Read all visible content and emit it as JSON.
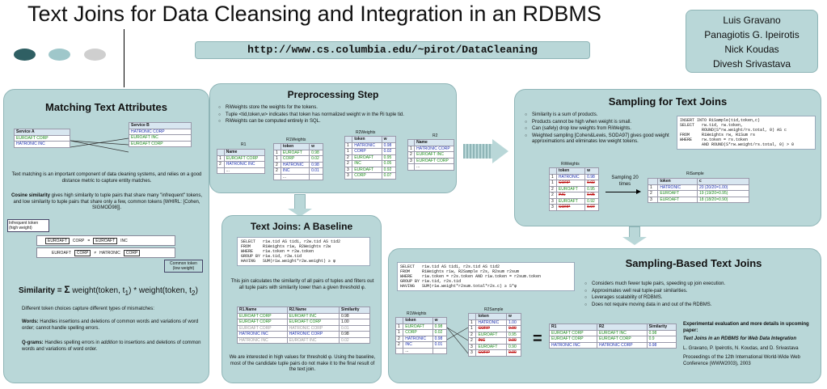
{
  "title": "Text Joins for Data Cleansing and Integration in an RDBMS",
  "url": "http://www.cs.columbia.edu/~pirot/DataCleaning",
  "authors": [
    "Luis Gravano",
    "Panagiotis G. Ipeirotis",
    "Nick Koudas",
    "Divesh Srivastava"
  ],
  "colors": {
    "panel": "#b9d7d8",
    "dot1": "#2f5f63",
    "dot2": "#9fc7ca",
    "dot3": "#cfcfcf",
    "green": "#1a8a1a",
    "blue": "#1a2fb0"
  },
  "matching": {
    "title": "Matching Text Attributes",
    "serviceA": "Service A",
    "serviceB": "Service B",
    "a": [
      "EUROAFT CORP",
      "HATRONIC INC"
    ],
    "b": [
      "HATRONIC CORP",
      "EUROAFT INC",
      "EUROAFT CORP"
    ],
    "p1": "Text matching is an important component of data cleaning systems, and relies on a good distance metric to capture entity matches.",
    "p2a": "Cosine similarity",
    "p2b": " gives high similarity to tuple pairs that share many \"infrequent\" tokens, and low similarity to tuple pairs that share only a few, common tokens [WHIRL: [Cohen, SIGMOD98]].",
    "infreq": "Infrequent token (high weight)",
    "common": "Common token (low weight)",
    "row1": [
      "EUROAFT",
      "CORP",
      "=",
      "EUROAFT",
      "INC"
    ],
    "row2": [
      "EUROAFT",
      "CORP",
      "≠",
      "HATRONIC",
      "CORP"
    ],
    "simlabel": "Similarity =",
    "simformula": "weight(token, t",
    "p3": "Different token choices capture different types of mismatches:",
    "w1": "Words:",
    "w2": " Handles insertions and deletions of common words and variations of word order; cannot handle spelling errors.",
    "q1": "Q-grams:",
    "q2": " Handles spelling errors in ",
    "q3": "addition",
    "q4": " to insertions and deletions of common words and variations of word order."
  },
  "pre": {
    "title": "Preprocessing Step",
    "b1": "RiWeights store the weights for the tokens.",
    "b2": "Tuple <tid,token,w> indicates that token has normalized weight w in the Ri tuple tid.",
    "b3": "RiWeights can be computed entirely in SQL.",
    "r1": "R1",
    "r1w": "R1Weights",
    "r2w": "R2Weights",
    "r2": "R2",
    "name": "Name",
    "token": "token",
    "w": "w",
    "r1rows": [
      "EUROAFT CORP",
      "HATRONIC INC"
    ],
    "r1wrows": [
      [
        "EUROAFT",
        "0.98"
      ],
      [
        "CORP",
        "0.02"
      ],
      [
        "HATRONIC",
        "0.98"
      ],
      [
        "INC",
        "0.01"
      ]
    ],
    "r2wrows": [
      [
        "HATRONIC",
        "0.98"
      ],
      [
        "CORP",
        "0.02"
      ],
      [
        "EUROAFT",
        "0.95"
      ],
      [
        "INC",
        "0.05"
      ],
      [
        "EUROAFT",
        "0.92"
      ],
      [
        "CORP",
        "0.07"
      ]
    ],
    "r2rows": [
      "HATRONIC CORP",
      "EUROAFT INC",
      "EUROAFT CORP"
    ]
  },
  "baseline": {
    "title": "Text Joins: A Baseline",
    "sql": [
      "SELECT   r1w.tid AS tid1, r2w.tid AS tid2",
      "FROM     R1Weights r1w, R2Weights r2w",
      "WHERE    r1w.token = r2w.token",
      "GROUP BY r1w.tid, r2w.tid",
      "HAVING   SUM(r1w.weight*r2w.weight) ≥ φ"
    ],
    "p1": "This join calculates the similarity of all pairs of tuples and filters out all tuple pairs with similarity lower than a given threshold φ.",
    "cols": [
      "R1.Name",
      "R2.Name",
      "Similarity"
    ],
    "rows": [
      [
        "EUROAFT CORP",
        "EUROAFT INC",
        "0.98"
      ],
      [
        "EUROAFT CORP",
        "EUROAFT CORP",
        "1.00"
      ],
      [
        "EUROAFT CORP",
        "HATRONIC CORP",
        "0.01"
      ],
      [
        "HATRONIC INC",
        "HATRONIC CORP",
        "0.98"
      ],
      [
        "HATRONIC INC",
        "EUROAFT INC",
        "0.02"
      ]
    ],
    "p2": "We are interested in high values for threshold φ. Using the baseline, most of the candidate tuple pairs do not make it to the final result of the text join."
  },
  "sampling": {
    "title": "Sampling for Text Joins",
    "b": [
      "Similarity is a sum of products.",
      "Products cannot be high when weight is small.",
      "Can (safely) drop low weights from RiWeights.",
      "Weighted sampling [Cohen&Lewis, SODA97] gives good weight approximations and eliminates low weight tokens."
    ],
    "sql": [
      "INSERT INTO RiSample(tid,token,c)",
      "SELECT   rw.tid, rw.token,",
      "         ROUND(S*rw.weight/rs.total, 0) AS c",
      "FROM     RiWeights rw, RiSum rs",
      "WHERE    rw.token = rs.token",
      "         AND ROUND(S*rw.weight/rs.total, 0) > 0"
    ],
    "riw": "RiWeights",
    "token": "token",
    "w": "w",
    "rows": [
      [
        "HATRONIC",
        "0.98"
      ],
      [
        "CORP",
        "0.02"
      ],
      [
        "EUROAFT",
        "0.95"
      ],
      [
        "INC",
        "0.05"
      ],
      [
        "EUROAFT",
        "0.92"
      ],
      [
        "CORP",
        "0.07"
      ]
    ],
    "arrow": "Sampling 20 times",
    "ris": "RiSample",
    "c": "c",
    "srows": [
      [
        "HATRONIC",
        "20 (20/20=1.00)"
      ],
      [
        "EUROAFT",
        "19 (19/20=0.95)"
      ],
      [
        "EUROAFT",
        "18 (18/20=0.90)"
      ]
    ]
  },
  "sbj": {
    "title": "Sampling-Based Text Joins",
    "sql": [
      "SELECT   r1w.tid AS tid1, r2s.tid AS tid2",
      "FROM     R1Weights r1w, R2Sample r2s, R2sum r2sum",
      "WHERE    r1w.token = r2s.token AND r1w.token = r2sum.token",
      "GROUP BY r1w.tid, r2s.tid",
      "HAVING   SUM(r1w.weight*r2sum.total*r2s.c) ≥ S*φ"
    ],
    "b": [
      "Considers much fewer tuple pairs, speeding up join execution.",
      "Approximates well real tuple-pair similarities.",
      "Leverages scalability of RDBMS.",
      "Does not require moving data in and out of the RDBMS."
    ],
    "r1w": "R1Weights",
    "r2s": "R2Sample",
    "token": "token",
    "w": "w",
    "r1wrows": [
      [
        "EUROAFT",
        "0.98"
      ],
      [
        "CORP",
        "0.02"
      ],
      [
        "HATRONIC",
        "0.98"
      ],
      [
        "INC",
        "0.01"
      ]
    ],
    "r2srows": [
      [
        "HATRONIC",
        "1.00"
      ],
      [
        "CORP",
        "0.00"
      ],
      [
        "EUROAFT",
        "0.95"
      ],
      [
        "INC",
        "0.00"
      ],
      [
        "EUROAFT",
        "0.90"
      ],
      [
        "CORP",
        "0.00"
      ]
    ],
    "eq": "=",
    "rcols": [
      "R1",
      "R2",
      "Similarity"
    ],
    "rrows": [
      [
        "EUROAFT CORP",
        "EUROAFT INC",
        "0.98"
      ],
      [
        "EUROAFT CORP",
        "EUROAFT CORP",
        "0.9"
      ],
      [
        "HATRONIC INC",
        "HATRONIC CORP",
        "0.98"
      ]
    ],
    "exp1": "Experimental evaluation and more details in upcoming paper:",
    "exp2": "Text Joins in an RDBMS for Web Data Integration",
    "exp3": "L. Gravano, P. Ipeirotis, N. Koudas, and D. Srivastava",
    "exp4": "Proceedings of  the 12th International World-Wide Web Conference (WWW2003), 2003"
  }
}
